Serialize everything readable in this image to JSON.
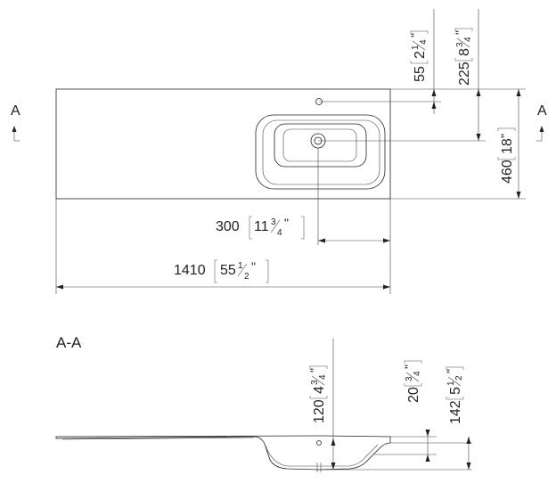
{
  "section_markers": {
    "left": "A",
    "right": "A"
  },
  "section_title": "A-A",
  "top_view": {
    "dim_55": {
      "mm": "55",
      "in_whole": "2",
      "in_num": "1",
      "in_den": "4"
    },
    "dim_225": {
      "mm": "225",
      "in_whole": "8",
      "in_num": "3",
      "in_den": "4"
    },
    "dim_18": {
      "in_whole": "18",
      "in_mark": "\""
    },
    "dim_460": {
      "mm": "460"
    },
    "dim_300": {
      "mm": "300",
      "in_whole": "11",
      "in_num": "3",
      "in_den": "4"
    },
    "dim_1410": {
      "mm": "1410",
      "in_whole": "55",
      "in_num": "1",
      "in_den": "2"
    }
  },
  "section_view": {
    "dim_120": {
      "mm": "120",
      "in_whole": "4",
      "in_num": "3",
      "in_den": "4"
    },
    "dim_20": {
      "mm": "20",
      "in_num": "3",
      "in_den": "4"
    },
    "dim_142": {
      "mm": "142",
      "in_whole": "5",
      "in_num": "1",
      "in_den": "2"
    }
  },
  "inch_mark": "\""
}
